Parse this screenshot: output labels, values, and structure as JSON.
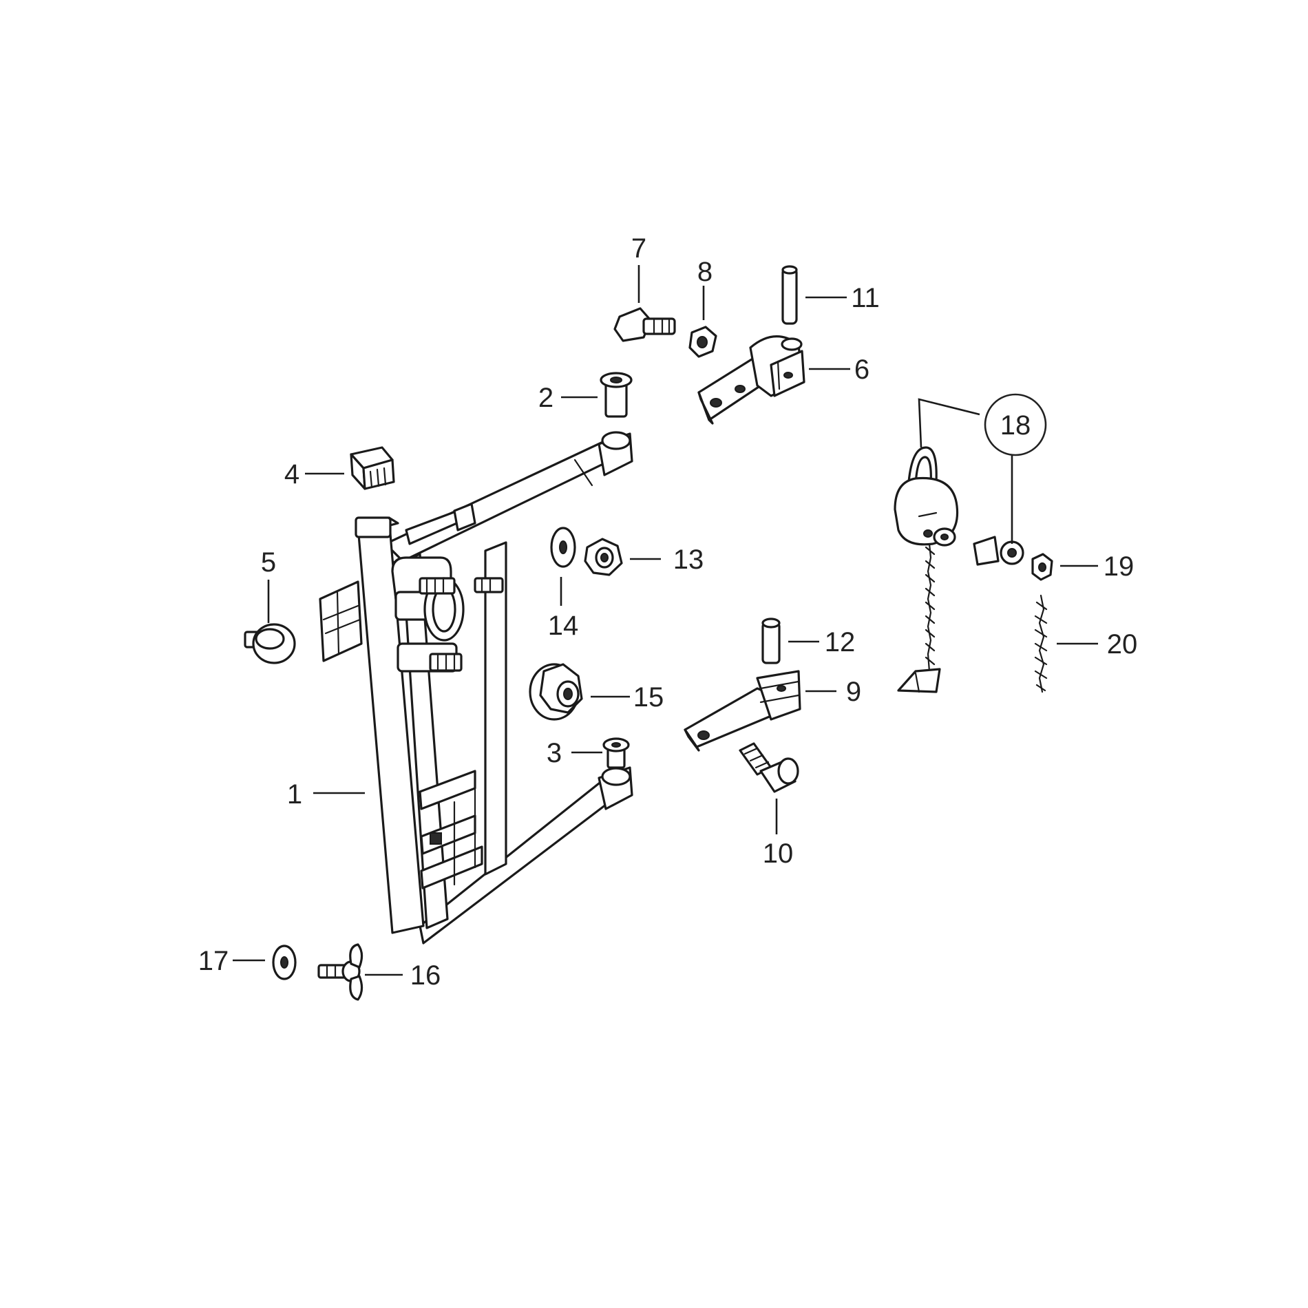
{
  "diagram": {
    "callouts": [
      {
        "id": "1",
        "text": "1"
      },
      {
        "id": "2",
        "text": "2"
      },
      {
        "id": "3",
        "text": "3"
      },
      {
        "id": "4",
        "text": "4"
      },
      {
        "id": "5",
        "text": "5"
      },
      {
        "id": "6",
        "text": "6"
      },
      {
        "id": "7",
        "text": "7"
      },
      {
        "id": "8",
        "text": "8"
      },
      {
        "id": "9",
        "text": "9"
      },
      {
        "id": "10",
        "text": "10"
      },
      {
        "id": "11",
        "text": "11"
      },
      {
        "id": "12",
        "text": "12"
      },
      {
        "id": "13",
        "text": "13"
      },
      {
        "id": "14",
        "text": "14"
      },
      {
        "id": "15",
        "text": "15"
      },
      {
        "id": "16",
        "text": "16"
      },
      {
        "id": "17",
        "text": "17"
      },
      {
        "id": "18",
        "text": "18"
      },
      {
        "id": "19",
        "text": "19"
      },
      {
        "id": "20",
        "text": "20"
      }
    ],
    "colors": {
      "line": "#1a1a1a",
      "text": "#222222",
      "background": "#ffffff"
    }
  }
}
